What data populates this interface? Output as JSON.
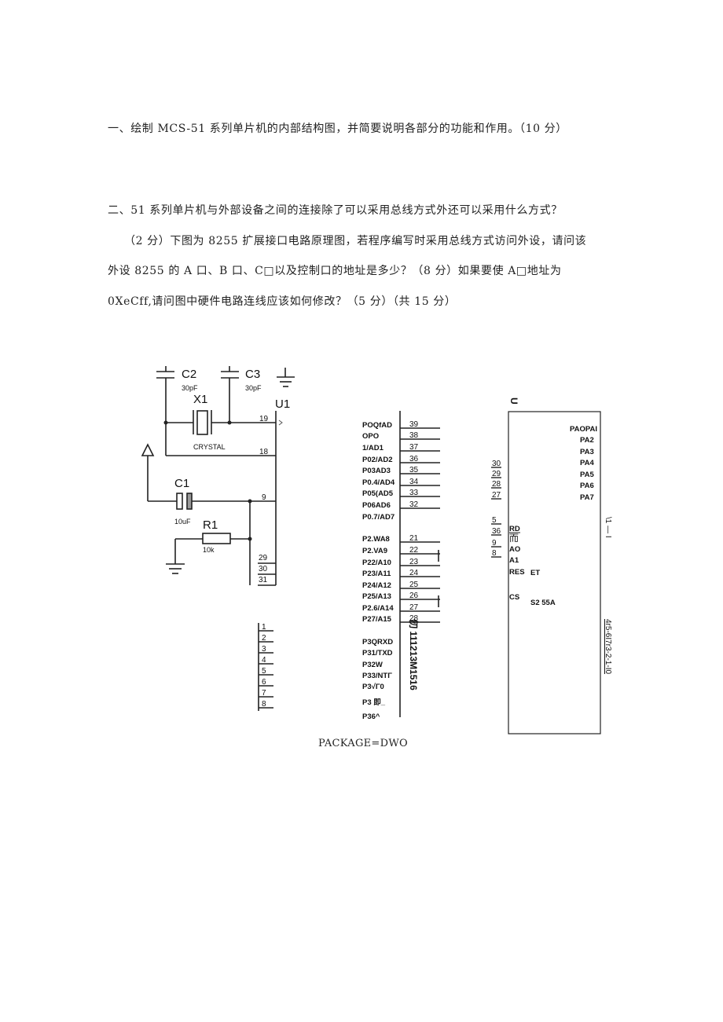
{
  "questions": {
    "q1": "一、绘制 MCS-51 系列单片机的内部结构图，并简要说明各部分的功能和作用。（10 分）",
    "q2_line1": "二、51 系列单片机与外部设备之间的连接除了可以采用总线方式外还可以采用什么方式？",
    "q2_line2": "（2 分）下图为 8255 扩展接口电路原理图，若程序编写时采用总线方式访问外设，请问该",
    "q2_line3": "外设 8255 的 A 口、B 口、C□以及控制口的地址是多少？（8 分）如果要使 A□地址为",
    "q2_line4": "0XeCff,请问图中硬件电路连线应该如何修改？（5 分）（共 15 分）"
  },
  "schematic": {
    "c2_label": "C2",
    "c2_value": "30pF",
    "c3_label": "C3",
    "c3_value": "30pF",
    "x1_label": "X1",
    "x1_value": "CRYSTAL",
    "u1_label": "U1",
    "c1_label": "C1",
    "c1_value": "10uF",
    "r1_label": "R1",
    "r1_value": "10k",
    "u1_left_pins": [
      "19",
      "18",
      "9",
      "29",
      "30",
      "31"
    ],
    "u1_port3_pins": [
      "1",
      "2",
      "3",
      "4",
      "5",
      "6",
      "7",
      "8"
    ],
    "u1_port_pins": [
      {
        "label": "POQfAD",
        "num": "39"
      },
      {
        "label": "OPO",
        "num": "38"
      },
      {
        "label": "1/AD1",
        "num": "37"
      },
      {
        "label": "P02/AD2",
        "num": "36"
      },
      {
        "label": "P03AD3",
        "num": "35"
      },
      {
        "label": "P0.4/AD4",
        "num": "34"
      },
      {
        "label": "P05(AD5",
        "num": "33"
      },
      {
        "label": "P06AD6",
        "num": "32"
      },
      {
        "label": "P0.7/AD7",
        "num": ""
      },
      {
        "label": "P2.WA8",
        "num": "21"
      },
      {
        "label": "P2.VA9",
        "num": "22"
      },
      {
        "label": "P22/A10",
        "num": "23"
      },
      {
        "label": "P23/A11",
        "num": "24"
      },
      {
        "label": "P24/A12",
        "num": "25"
      },
      {
        "label": "P25/A13",
        "num": "26"
      },
      {
        "label": "P2.6/A14",
        "num": "27"
      },
      {
        "label": "P27/A15",
        "num": "28"
      },
      {
        "label": "P3QRXD",
        "num": ""
      },
      {
        "label": "P31/TXD",
        "num": ""
      },
      {
        "label": "P32W",
        "num": ""
      },
      {
        "label": "P33/NTΓ",
        "num": ""
      },
      {
        "label": "P3√Γ0",
        "num": ""
      },
      {
        "label": "P3 即_",
        "num": ""
      },
      {
        "label": "P36^",
        "num": ""
      }
    ],
    "u1_vertical_text": "仞 111213M1516",
    "u2_top_label": "U",
    "u2_left_pin_nums": [
      "30",
      "29",
      "28",
      "27",
      "5",
      "36",
      "9",
      "8"
    ],
    "u2_left_labels": [
      "RD",
      "而",
      "AO",
      "A1",
      "RES",
      "CS"
    ],
    "u2_et_label": "ET",
    "u2_chip_name": "S2  55A",
    "u2_pa_labels": [
      "PAOPAI",
      "PA2",
      "PA3",
      "PA4",
      "PA5",
      "PA6",
      "PA7"
    ],
    "u2_right_text_1": "\\1 — I",
    "u2_right_text_2": "4r5-6I7r3-2-1-I0"
  },
  "caption": "PACKAGE=DWO"
}
